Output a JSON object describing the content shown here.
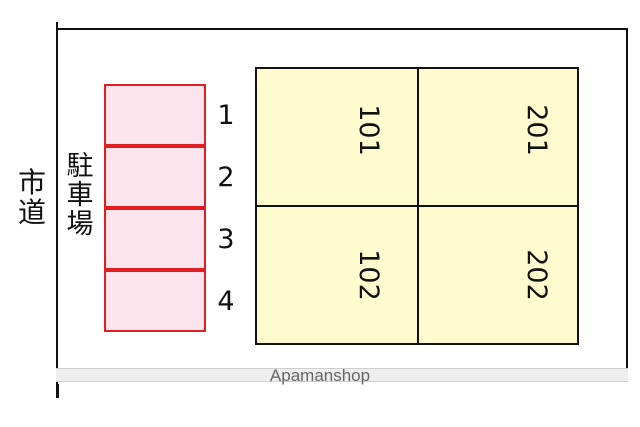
{
  "road_label": "市道",
  "parking_label": "駐車場",
  "parking_slots": [
    "1",
    "2",
    "3",
    "4"
  ],
  "units": [
    "101",
    "201",
    "102",
    "202"
  ],
  "watermark": "Apamanshop",
  "colors": {
    "parking_fill": "#fde4ec",
    "parking_border": "#e02020",
    "building_fill": "#fefbcf"
  }
}
